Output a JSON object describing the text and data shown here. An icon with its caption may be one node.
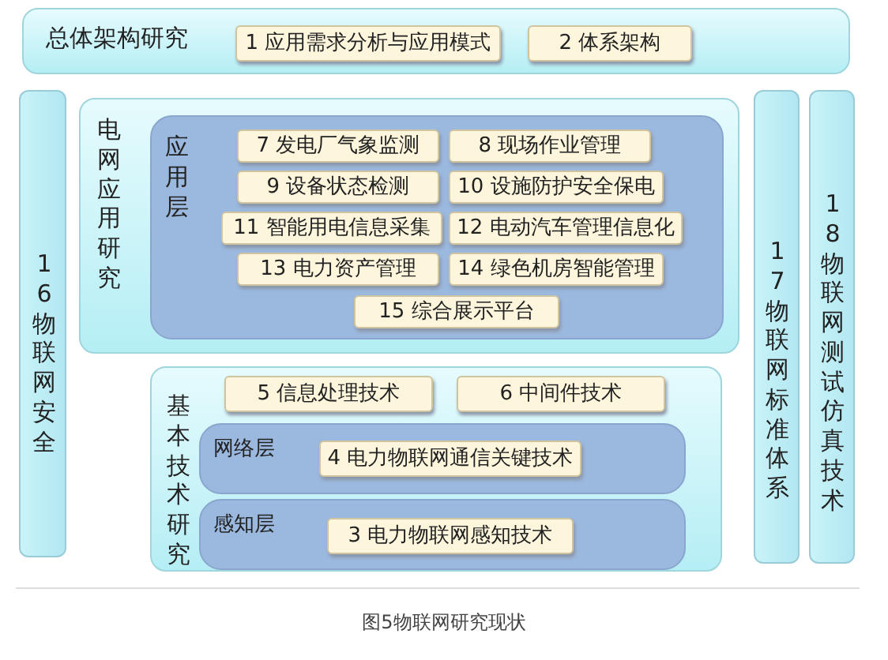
{
  "diagram": {
    "caption": "图5物联网研究现状",
    "nodes": [
      {
        "text": [
          "总体架构研究"
        ]
      },
      {
        "text": [
          "1 应用需求分析与应用模式"
        ],
        "in": 0
      },
      {
        "text": [
          "2 体系架构"
        ],
        "in": 0
      },
      {
        "text": [
          "16 物联网安全"
        ]
      },
      {
        "text": [
          "电网应用研究"
        ]
      },
      {
        "text": [
          "应用层"
        ],
        "in": 4
      },
      {
        "text": [
          "7 发电厂气象监测"
        ],
        "in": 5
      },
      {
        "text": [
          "8 现场作业管理"
        ],
        "in": 5
      },
      {
        "text": [
          "9 设备状态检测"
        ],
        "in": 5
      },
      {
        "text": [
          "10 设施防护安全保电"
        ],
        "in": 5
      },
      {
        "text": [
          "11 智能用电信息采集"
        ],
        "in": 5
      },
      {
        "text": [
          "12 电动汽车管理信息化"
        ],
        "in": 5
      },
      {
        "text": [
          "13 电力资产管理"
        ],
        "in": 5
      },
      {
        "text": [
          "14 绿色机房智能管理"
        ],
        "in": 5
      },
      {
        "text": [
          "15 综合展示平台"
        ],
        "in": 5
      },
      {
        "text": [
          "17 物联网标准体系"
        ]
      },
      {
        "text": [
          "18 物联网测试仿真技术"
        ]
      },
      {
        "text": [
          "基本技术研究"
        ]
      },
      {
        "text": [
          "5 信息处理技术"
        ],
        "in": 17
      },
      {
        "text": [
          "6 中间件技术"
        ],
        "in": 17
      },
      {
        "text": [
          "网络层"
        ],
        "in": 17
      },
      {
        "text": [
          "4 电力物联网通信关键技术"
        ],
        "in": 20
      },
      {
        "text": [
          "感知层"
        ],
        "in": 17
      },
      {
        "text": [
          "3 电力物联网感知技术"
        ],
        "in": 22
      }
    ]
  }
}
